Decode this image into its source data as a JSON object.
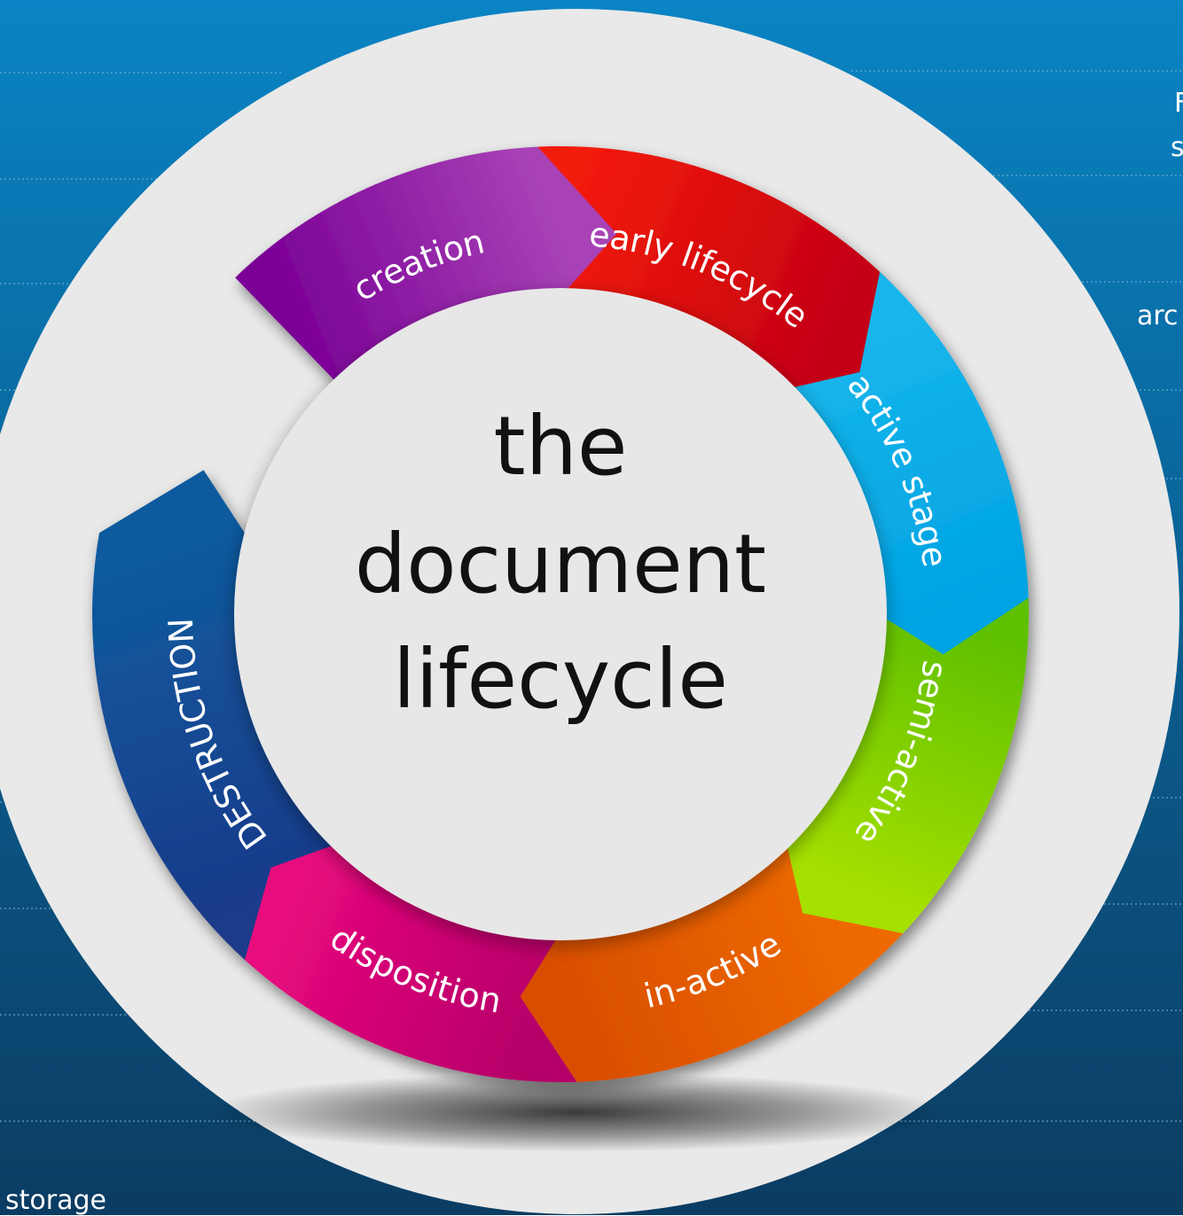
{
  "diagram": {
    "title_lines": [
      "the",
      "document",
      "lifecycle"
    ],
    "segments": [
      {
        "id": "creation",
        "label": "creation",
        "color_start": "#7a0096",
        "color_end": "#a843b6"
      },
      {
        "id": "early",
        "label": "early lifecycle",
        "color_start": "#f21a10",
        "color_end": "#c40012"
      },
      {
        "id": "active",
        "label": "active stage",
        "color_start": "#17b6ec",
        "color_end": "#00a3e3"
      },
      {
        "id": "semi",
        "label": "semi-active",
        "color_start": "#5fc000",
        "color_end": "#a6e000"
      },
      {
        "id": "inactive",
        "label": "in-active",
        "color_start": "#ee6a00",
        "color_end": "#d94e00"
      },
      {
        "id": "disposition",
        "label": "disposition",
        "color_start": "#b40068",
        "color_end": "#e8087e"
      },
      {
        "id": "destruction",
        "label": "DESTRUCTION",
        "color_start": "#1a3a8a",
        "color_end": "#0f5a9e"
      }
    ]
  },
  "edge_text": {
    "top_right_1": "F",
    "top_right_2": "s",
    "right_mid": "arc",
    "bottom_left": "storage"
  },
  "colors": {
    "background_top": "#0a84c4",
    "background_bottom": "#0b3c62",
    "disc": "#e9e9e9",
    "inner_disc": "#e6e6e6"
  }
}
